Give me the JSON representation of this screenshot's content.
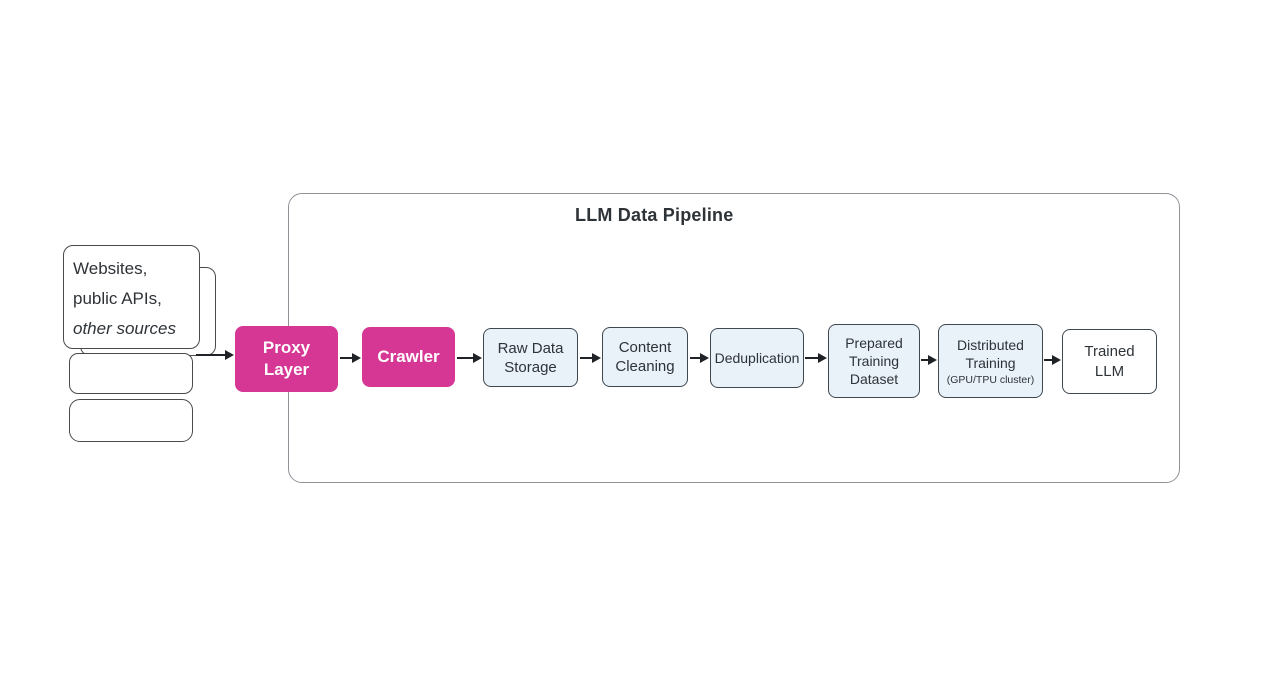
{
  "diagram": {
    "title": "LLM Data Pipeline"
  },
  "colors": {
    "accent_pink": "#d63794",
    "node_blue_fill": "#e9f1f9",
    "node_border": "#3f474f",
    "container_border": "#8f9398",
    "arrow_color": "#1f2327",
    "text_color": "#2e3338"
  },
  "sources_stack": {
    "lines": [
      "Websites,",
      "public APIs,",
      "other sources"
    ]
  },
  "nodes": {
    "proxy_layer": {
      "lines": [
        "Proxy",
        "Layer"
      ]
    },
    "crawler": {
      "lines": [
        "Crawler"
      ]
    },
    "raw_data_storage": {
      "lines": [
        "Raw Data",
        "Storage"
      ]
    },
    "content_cleaning": {
      "lines": [
        "Content",
        "Cleaning"
      ]
    },
    "deduplication": {
      "lines": [
        "Deduplication"
      ]
    },
    "prepared_training_dataset": {
      "lines": [
        "Prepared",
        "Training",
        "Dataset"
      ]
    },
    "distributed_training": {
      "lines": [
        "Distributed",
        "Training"
      ],
      "sublabel": "(GPU/TPU cluster)"
    },
    "trained_llm": {
      "lines": [
        "Trained",
        "LLM"
      ]
    }
  }
}
